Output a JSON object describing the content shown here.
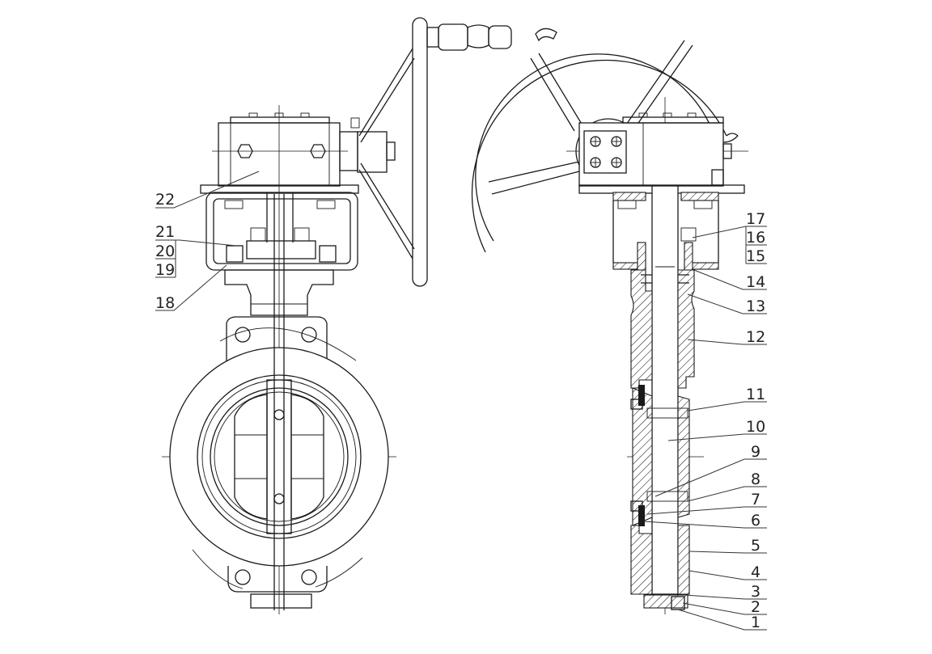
{
  "callouts": {
    "c1": "1",
    "c2": "2",
    "c3": "3",
    "c4": "4",
    "c5": "5",
    "c6": "6",
    "c7": "7",
    "c8": "8",
    "c9": "9",
    "c10": "10",
    "c11": "11",
    "c12": "12",
    "c13": "13",
    "c14": "14",
    "c15": "15",
    "c16": "16",
    "c17": "17",
    "c18": "18",
    "c19": "19",
    "c20": "20",
    "c21": "21",
    "c22": "22"
  },
  "colors": {
    "line": "#1a1a1a",
    "paper": "#ffffff",
    "text": "#222222"
  }
}
